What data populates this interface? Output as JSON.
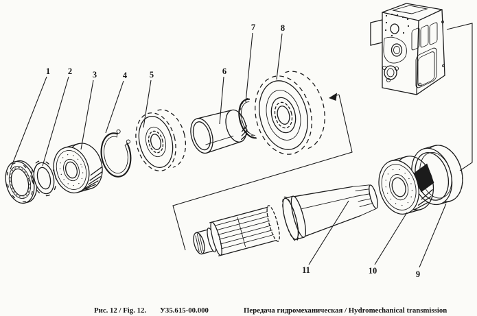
{
  "page": {
    "background": "#fbfbf8",
    "line_color": "#1b1b1b"
  },
  "caption": {
    "figure_ref": "Рис. 12 / Fig. 12.",
    "drawing_code": "У35.615-00.000",
    "title": "Передача гидромеханическая / Hydromechanical transmission"
  },
  "callouts": [
    {
      "label": "1",
      "part": "slotted-round-nut"
    },
    {
      "label": "2",
      "part": "tab-lock-washer"
    },
    {
      "label": "3",
      "part": "ball-bearing-front"
    },
    {
      "label": "4",
      "part": "retaining-ring"
    },
    {
      "label": "5",
      "part": "splined-pinion"
    },
    {
      "label": "6",
      "part": "spacer-sleeve"
    },
    {
      "label": "7",
      "part": "ring"
    },
    {
      "label": "8",
      "part": "large-gear"
    },
    {
      "label": "9",
      "part": "bearing-race-ring"
    },
    {
      "label": "10",
      "part": "ball-bearing-rear"
    },
    {
      "label": "11",
      "part": "splined-shaft"
    }
  ]
}
